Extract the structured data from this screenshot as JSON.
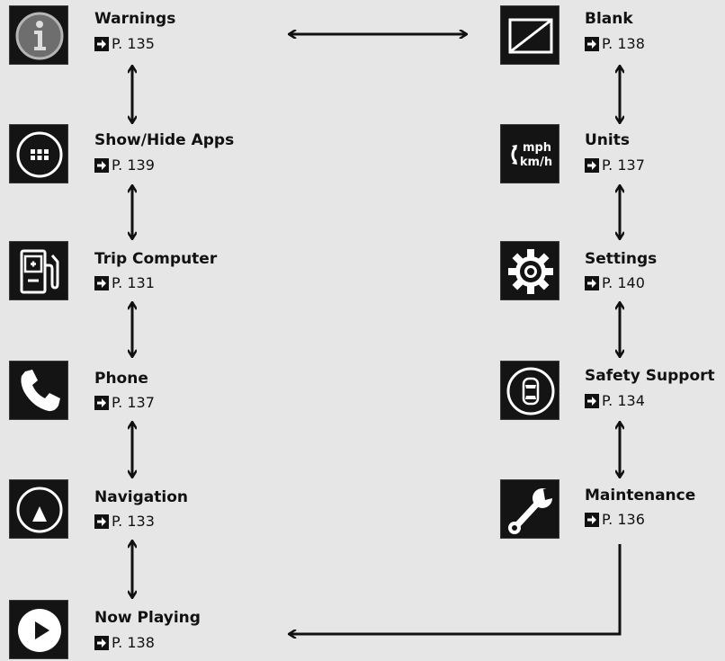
{
  "left_column": [
    {
      "key": "warnings",
      "label": "Warnings",
      "page": "P. 135",
      "icon": "info-icon"
    },
    {
      "key": "showhide",
      "label": "Show/Hide Apps",
      "page": "P. 139",
      "icon": "apps-grid-icon"
    },
    {
      "key": "trip",
      "label": "Trip Computer",
      "page": "P. 131",
      "icon": "fuel-pump-icon"
    },
    {
      "key": "phone",
      "label": "Phone",
      "page": "P. 137",
      "icon": "phone-icon"
    },
    {
      "key": "navigation",
      "label": "Navigation",
      "page": "P. 133",
      "icon": "compass-icon"
    },
    {
      "key": "nowplaying",
      "label": "Now Playing",
      "page": "P. 138",
      "icon": "play-icon"
    }
  ],
  "right_column": [
    {
      "key": "blank",
      "label": "Blank",
      "page": "P. 138",
      "icon": "blank-screen-icon"
    },
    {
      "key": "units",
      "label": "Units",
      "page": "P. 137",
      "icon": "units-toggle-icon",
      "icon_text_top": "mph",
      "icon_text_bottom": "km/h"
    },
    {
      "key": "settings",
      "label": "Settings",
      "page": "P. 140",
      "icon": "gear-icon"
    },
    {
      "key": "safety",
      "label": "Safety Support",
      "page": "P. 134",
      "icon": "car-top-view-icon"
    },
    {
      "key": "maintenance",
      "label": "Maintenance",
      "page": "P. 136",
      "icon": "wrench-icon"
    }
  ]
}
